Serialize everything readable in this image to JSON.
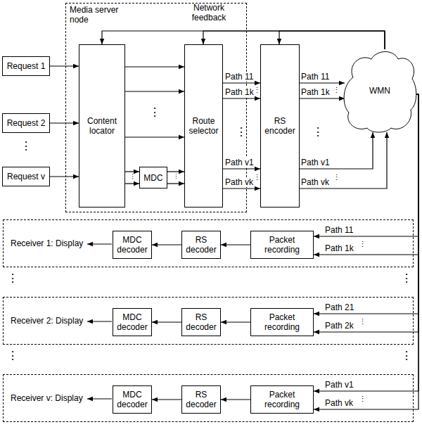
{
  "diagram": {
    "nodes": [
      {
        "text": [
          "Media server node"
        ]
      },
      {
        "text": [
          "Request 1"
        ]
      },
      {
        "text": [
          "Request 2"
        ]
      },
      {
        "text": [
          "Request v"
        ]
      },
      {
        "text": [
          "Content locator"
        ],
        "in": 0
      },
      {
        "text": [
          "MDC"
        ],
        "in": 0
      },
      {
        "text": [
          "Route selector"
        ],
        "in": 0
      },
      {
        "text": [
          "RS encoder"
        ]
      },
      {
        "text": [
          "WMN"
        ]
      },
      {
        "text": [
          "Receiver 1: Display"
        ]
      },
      {
        "text": [
          "MDC decoder"
        ],
        "in": 9
      },
      {
        "text": [
          "RS decoder"
        ],
        "in": 9
      },
      {
        "text": [
          "Packet recording"
        ],
        "in": 9
      },
      {
        "text": [
          "Receiver 2: Display"
        ]
      },
      {
        "text": [
          "MDC decoder"
        ],
        "in": 13
      },
      {
        "text": [
          "RS decoder"
        ],
        "in": 13
      },
      {
        "text": [
          "Packet recording"
        ],
        "in": 13
      },
      {
        "text": [
          "Receiver v: Display"
        ]
      },
      {
        "text": [
          "MDC decoder"
        ],
        "in": 17
      },
      {
        "text": [
          "RS decoder"
        ],
        "in": 17
      },
      {
        "text": [
          "Packet recording"
        ],
        "in": 17
      }
    ],
    "edges": [
      {
        "from": 1,
        "to": 4,
        "arrow": "to"
      },
      {
        "from": 2,
        "to": 4,
        "arrow": "to"
      },
      {
        "from": 3,
        "to": 4,
        "arrow": "to"
      },
      {
        "from": 4,
        "to": 6,
        "arrow": "to"
      },
      {
        "from": 4,
        "to": 6,
        "arrow": "to"
      },
      {
        "from": 4,
        "to": 6,
        "arrow": "to"
      },
      {
        "from": 4,
        "to": 5,
        "arrow": "to"
      },
      {
        "from": 4,
        "to": 5,
        "arrow": "to"
      },
      {
        "from": 5,
        "to": 6,
        "arrow": "to"
      },
      {
        "from": 5,
        "to": 6,
        "arrow": "to"
      },
      {
        "from": 6,
        "to": 7,
        "label": "Path 11",
        "arrow": "to"
      },
      {
        "from": 6,
        "to": 7,
        "label": "Path 1k",
        "arrow": "to"
      },
      {
        "from": 6,
        "to": 7,
        "label": "Path v1",
        "arrow": "to"
      },
      {
        "from": 6,
        "to": 7,
        "label": "Path vk",
        "arrow": "to"
      },
      {
        "from": 7,
        "to": 8,
        "label": "Path 11",
        "arrow": "to"
      },
      {
        "from": 7,
        "to": 8,
        "label": "Path 1k",
        "arrow": "to"
      },
      {
        "from": 7,
        "to": 8,
        "label": "Path v1",
        "arrow": "to"
      },
      {
        "from": 7,
        "to": 8,
        "label": "Path vk",
        "arrow": "to"
      },
      {
        "from": 8,
        "to": 4,
        "arrow": "to"
      },
      {
        "from": 8,
        "to": 6,
        "arrow": "to"
      },
      {
        "from": 8,
        "to": 7,
        "arrow": "to"
      },
      {
        "from": 8,
        "to": 12,
        "label": "Path 11",
        "arrow": "to"
      },
      {
        "from": 8,
        "to": 12,
        "label": "Path 1k",
        "arrow": "to"
      },
      {
        "from": 8,
        "to": 16,
        "label": "Path 21",
        "arrow": "to"
      },
      {
        "from": 8,
        "to": 16,
        "label": "Path 2k",
        "arrow": "to"
      },
      {
        "from": 8,
        "to": 20,
        "label": "Path v1",
        "arrow": "to"
      },
      {
        "from": 8,
        "to": 20,
        "label": "Path vk",
        "arrow": "to"
      },
      {
        "from": 12,
        "to": 11,
        "arrow": "to"
      },
      {
        "from": 11,
        "to": 10,
        "arrow": "to"
      },
      {
        "from": 16,
        "to": 15,
        "arrow": "to"
      },
      {
        "from": 15,
        "to": 14,
        "arrow": "to"
      },
      {
        "from": 20,
        "to": 19,
        "arrow": "to"
      },
      {
        "from": 19,
        "to": 18,
        "arrow": "to"
      }
    ],
    "labels": [
      "Network feedback",
      "⋮",
      "⋮",
      "⋮",
      "⋮",
      "⋮",
      "⋮",
      "⋮",
      "⋮",
      "⋮",
      "⋮",
      "⋮",
      "⋮",
      "⋮",
      "⋮",
      "⋮",
      "⋮",
      "⋮"
    ]
  }
}
